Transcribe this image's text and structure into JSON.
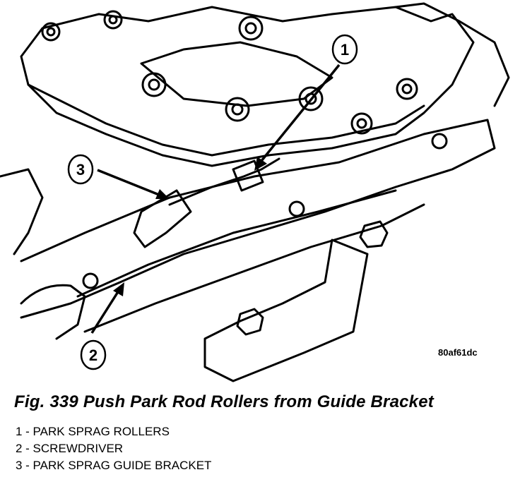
{
  "figure_code": "80af61dc",
  "caption": "Fig. 339 Push Park Rod Rollers from Guide Bracket",
  "callouts": [
    {
      "number": "1"
    },
    {
      "number": "2"
    },
    {
      "number": "3"
    }
  ],
  "legend": [
    "1 - PARK SPRAG ROLLERS",
    "2 - SCREWDRIVER",
    "3 - PARK SPRAG GUIDE BRACKET"
  ]
}
